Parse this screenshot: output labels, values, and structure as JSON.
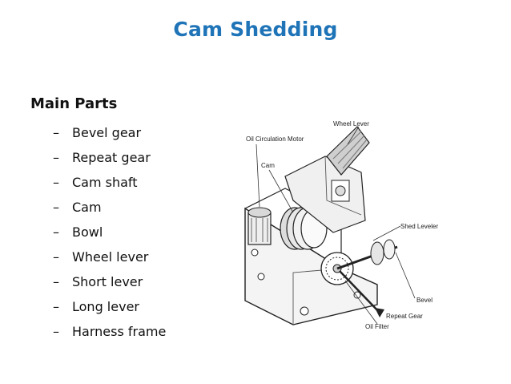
{
  "slide": {
    "title": "Cam Shedding",
    "subhead": "Main Parts",
    "bullet_symbol": "–",
    "parts": [
      "Bevel gear",
      "Repeat gear",
      "Cam shaft",
      "Cam",
      "Bowl",
      "Wheel lever",
      "Short lever",
      "Long lever",
      "Harness frame"
    ]
  },
  "figure": {
    "labels": {
      "oil_motor": "Oil Circulation Motor",
      "wheel_lever": "Wheel Lever",
      "cam": "Cam",
      "shed_leveler": "Shed Leveler",
      "bevel": "Bevel",
      "repeat_gear": "Repeat Gear",
      "oil_filter": "Oil Filter"
    }
  },
  "colors": {
    "title": "#1f74b8",
    "text": "#111111"
  }
}
